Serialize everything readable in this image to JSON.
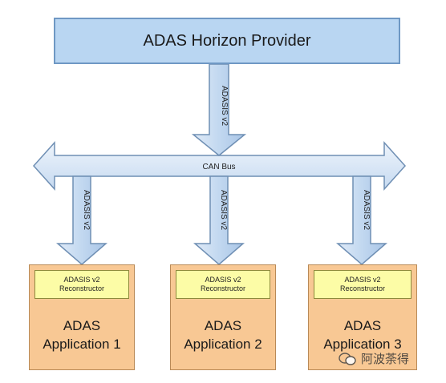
{
  "provider": {
    "title": "ADAS Horizon Provider"
  },
  "bus": {
    "label": "CAN Bus"
  },
  "protocol": {
    "top_arrow_label": "ADASIS v2",
    "drop_arrow_labels": [
      "ADASIS v2",
      "ADASIS v2",
      "ADASIS v2"
    ]
  },
  "applications": [
    {
      "reconstructor_line1": "ADASIS v2",
      "reconstructor_line2": "Reconstructor",
      "name_line1": "ADAS",
      "name_line2": "Application 1"
    },
    {
      "reconstructor_line1": "ADASIS v2",
      "reconstructor_line2": "Reconstructor",
      "name_line1": "ADAS",
      "name_line2": "Application 2"
    },
    {
      "reconstructor_line1": "ADASIS v2",
      "reconstructor_line2": "Reconstructor",
      "name_line1": "ADAS",
      "name_line2": "Application 3"
    }
  ],
  "watermark": {
    "text": "阿波荼得"
  },
  "colors": {
    "provider_fill": "#b9d6f2",
    "arrow_fill": "#c6daf1",
    "arrow_stroke": "#6f8fb4",
    "app_fill": "#f8c894",
    "reconstructor_fill": "#fcfca6"
  }
}
